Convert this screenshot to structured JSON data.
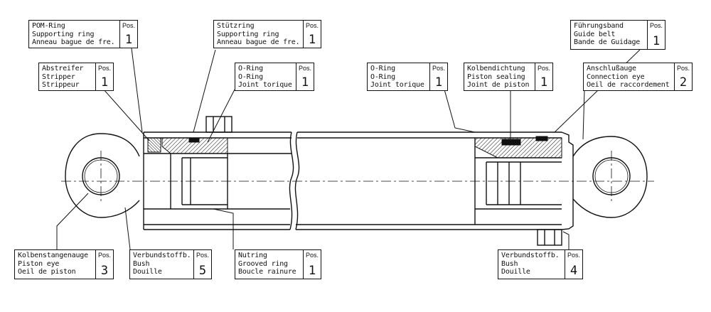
{
  "labels": [
    {
      "id": "pom-ring",
      "lines": [
        "POM-Ring",
        "Supporting ring",
        "Anneau bague de fre."
      ],
      "pos_word": "Pos.",
      "pos": "1"
    },
    {
      "id": "stuetzring",
      "lines": [
        "Stützring",
        "Supporting ring",
        "Anneau bague de fre."
      ],
      "pos_word": "Pos.",
      "pos": "1"
    },
    {
      "id": "fuehrungsband",
      "lines": [
        "Führungsband",
        "Guide belt",
        "Bande de Guidage"
      ],
      "pos_word": "Pos.",
      "pos": "1"
    },
    {
      "id": "abstreifer",
      "lines": [
        "Abstreifer",
        "Stripper",
        "Strippeur"
      ],
      "pos_word": "Pos.",
      "pos": "1"
    },
    {
      "id": "o-ring-left",
      "lines": [
        "O-Ring",
        "O-Ring",
        "Joint torique"
      ],
      "pos_word": "Pos.",
      "pos": "1"
    },
    {
      "id": "o-ring-right",
      "lines": [
        "O-Ring",
        "O-Ring",
        "Joint torique"
      ],
      "pos_word": "Pos.",
      "pos": "1"
    },
    {
      "id": "kolbendichtung",
      "lines": [
        "Kolbendichtung",
        "Piston sealing",
        "Joint de piston"
      ],
      "pos_word": "Pos.",
      "pos": "1"
    },
    {
      "id": "anschlussauge",
      "lines": [
        "Anschlußauge",
        "Connection eye",
        "Oeil de raccordement"
      ],
      "pos_word": "Pos.",
      "pos": "2"
    },
    {
      "id": "kolbenstangenauge",
      "lines": [
        "Kolbenstangenauge",
        "Piston eye",
        "Oeil de piston"
      ],
      "pos_word": "Pos.",
      "pos": "3"
    },
    {
      "id": "verbundstoff-left",
      "lines": [
        "Verbundstoffb.",
        "Bush",
        "Douille"
      ],
      "pos_word": "Pos.",
      "pos": "5"
    },
    {
      "id": "nutring",
      "lines": [
        "Nutring",
        "Grooved ring",
        "Boucle rainure"
      ],
      "pos_word": "Pos.",
      "pos": "1"
    },
    {
      "id": "verbundstoff-right",
      "lines": [
        "Verbundstoffb.",
        "Bush",
        "Douille"
      ],
      "pos_word": "Pos.",
      "pos": "4"
    }
  ]
}
